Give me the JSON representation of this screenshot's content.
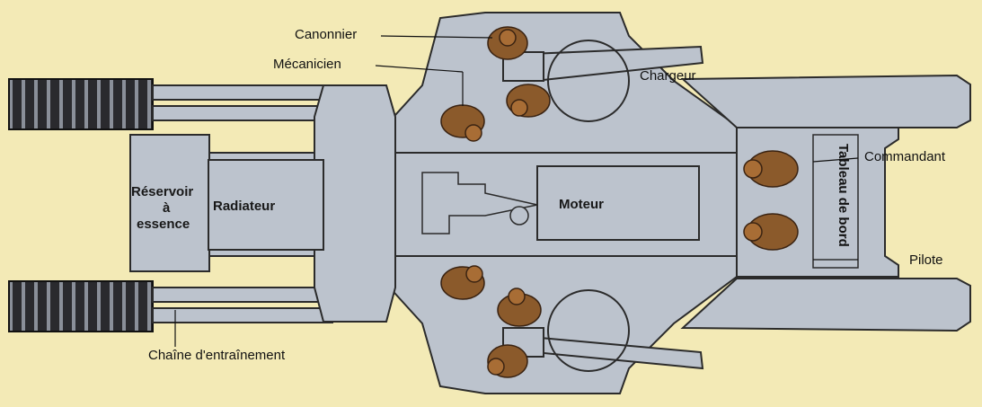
{
  "diagram": {
    "labels": {
      "canonnier": "Canonnier",
      "mecanicien": "Mécanicien",
      "chargeur": "Chargeur",
      "commandant": "Commandant",
      "pilote": "Pilote",
      "chaine": "Chaîne d'entraînement",
      "reservoir_1": "Réservoir",
      "reservoir_2": "à",
      "reservoir_3": "essence",
      "radiateur": "Radiateur",
      "moteur": "Moteur",
      "tableau": "Tableau de bord"
    },
    "colors": {
      "background": "#f3eab6",
      "hull": "#bcc3cd",
      "outline": "#2b2b2b",
      "track": "#2a2a2e",
      "crew": "#8b5a2b"
    }
  }
}
